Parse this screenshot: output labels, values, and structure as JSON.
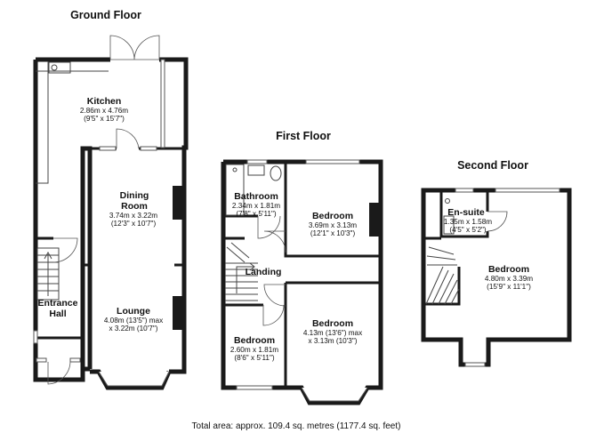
{
  "floors": {
    "ground": {
      "title": "Ground Floor",
      "kitchen": {
        "name": "Kitchen",
        "dim_metric": "2.86m x 4.76m",
        "dim_imperial": "(9'5\" x 15'7\")"
      },
      "dining": {
        "name_line1": "Dining",
        "name_line2": "Room",
        "dim_metric": "3.74m x 3.22m",
        "dim_imperial": "(12'3\" x 10'7\")"
      },
      "lounge": {
        "name": "Lounge",
        "dim_metric": "4.08m (13'5\") max",
        "dim_imperial": "x 3.22m (10'7\")"
      },
      "hall": {
        "name_line1": "Entrance",
        "name_line2": "Hall"
      }
    },
    "first": {
      "title": "First Floor",
      "bathroom": {
        "name": "Bathroom",
        "dim_metric": "2.34m x 1.81m",
        "dim_imperial": "(7'8\" x 5'11\")"
      },
      "bedroom_rear": {
        "name": "Bedroom",
        "dim_metric": "3.69m x 3.13m",
        "dim_imperial": "(12'1\" x 10'3\")"
      },
      "landing": {
        "name": "Landing"
      },
      "bedroom_front": {
        "name": "Bedroom",
        "dim_metric": "4.13m (13'6\") max",
        "dim_imperial": "x 3.13m (10'3\")"
      },
      "bedroom_small": {
        "name": "Bedroom",
        "dim_metric": "2.60m x 1.81m",
        "dim_imperial": "(8'6\" x 5'11\")"
      }
    },
    "second": {
      "title": "Second Floor",
      "ensuite": {
        "name": "En-suite",
        "dim_metric": "1.35m x 1.58m",
        "dim_imperial": "(4'5\" x 5'2\")"
      },
      "bedroom": {
        "name": "Bedroom",
        "dim_metric": "4.80m x 3.39m",
        "dim_imperial": "(15'9\" x 11'1\")"
      }
    }
  },
  "footer": {
    "total_area": "Total area: approx. 109.4 sq. metres (1177.4 sq. feet)"
  }
}
